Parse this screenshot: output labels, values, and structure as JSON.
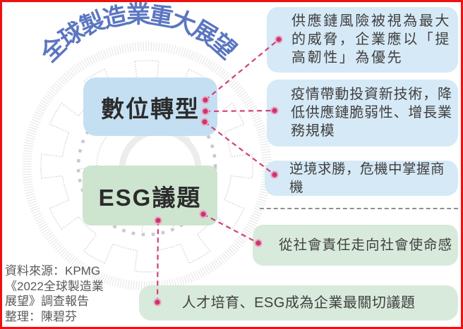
{
  "title": {
    "full": "全球製造業重大展望",
    "chars": [
      "全",
      "球",
      "製",
      "造",
      "業",
      "重",
      "大",
      "展",
      "望"
    ]
  },
  "hub": {
    "digital_label": "數位轉型",
    "esg_label": "ESG議題"
  },
  "callouts": [
    {
      "theme": "blue",
      "text": "供應鏈風險被視為最大\n的威脅，企業應以「提\n高韌性」為優先"
    },
    {
      "theme": "blue",
      "text": "疫情帶動投資新技術，降\n低供應鏈脆弱性、增長業\n務規模"
    },
    {
      "theme": "blue",
      "text": "逆境求勝，危機中掌握商機"
    },
    {
      "theme": "green",
      "text": "從社會責任走向社會使命感"
    },
    {
      "theme": "green",
      "text": "人才培育、ESG成為企業最關切議題"
    }
  ],
  "source": {
    "lines": [
      "資料來源：KPMG",
      "《2022全球製造業",
      "展望》調查報告",
      "整理：陳碧芬"
    ]
  },
  "icons": {
    "gear": "gear-background",
    "dot": "connector-dot"
  },
  "colors": {
    "frame": "#ee1111",
    "title": "#5b76c1",
    "hub_blue": "#c4dff2",
    "hub_green": "#cde4cf",
    "callout_blue": "#d6e9f6",
    "callout_green": "#d8eadb",
    "line_pink": "#d23f7d",
    "dot_pink": "#c7376f",
    "dot_ring": "#eda6c3",
    "text_dark": "#2b2b2b",
    "text_body": "#3f3f3f",
    "text_source": "#595959",
    "separator": "#8f8f8f",
    "gear_light": "#e4e4e4",
    "gear_mid": "#d0d0d0",
    "gear_dots": "#c9c9c9",
    "gear_faint": "#ececec"
  }
}
